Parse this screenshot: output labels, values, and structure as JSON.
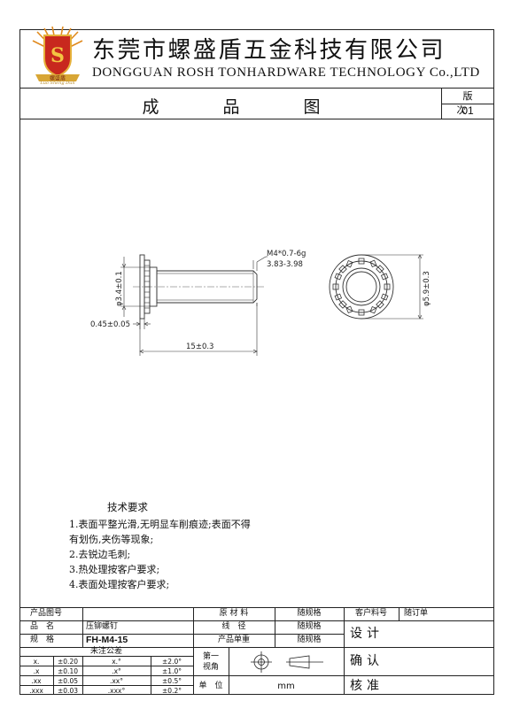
{
  "header": {
    "logo_caption": "Luo Sheng Dun",
    "company_cn": "东莞市螺盛盾五金科技有限公司",
    "company_en": "DONGGUAN ROSH TONHARDWARE TECHNOLOGY Co.,LTD",
    "title": "成品图",
    "version_label": "版次",
    "version_value": "01"
  },
  "drawing": {
    "thread_spec": "M4*0.7-6g",
    "thread_range": "3.83-3.98",
    "shank_dia": "φ3.4±0.1",
    "flange_thk": "0.45±0.05",
    "length": "15±0.3",
    "head_dia": "φ5.9±0.3"
  },
  "requirements": {
    "title": "技术要求",
    "items": [
      "1.表面平整光滑,无明显车削痕迹;表面不得",
      "有划伤,夹伤等现象;",
      "2.去锐边毛刺;",
      "3.热处理按客户要求;",
      "4.表面处理按客户要求;"
    ]
  },
  "title_block": {
    "product_no_label": "产品图号",
    "product_no_value": "",
    "product_name_label": "品　名",
    "product_name_value": "压铆螺钉",
    "spec_label": "规　格",
    "spec_value": "FH-M4-15",
    "material_label": "原 材 料",
    "material_value": "随规格",
    "wire_dia_label": "线　径",
    "wire_dia_value": "随规格",
    "unit_weight_label": "产品单重",
    "unit_weight_value": "随规格",
    "customer_no_label": "客户料号",
    "customer_no_value": "随订单",
    "design_label": "设计",
    "confirm_label": "确认",
    "approve_label": "核准",
    "tolerance_title": "未注公差",
    "tolerances": [
      {
        "fmt": "x.",
        "val": "±0.20",
        "afmt": "x.°",
        "aval": "±2.0°"
      },
      {
        "fmt": ".x",
        "val": "±0.10",
        "afmt": ".x°",
        "aval": "±1.0°"
      },
      {
        "fmt": ".xx",
        "val": "±0.05",
        "afmt": ".xx°",
        "aval": "±0.5°"
      },
      {
        "fmt": ".xxx",
        "val": "±0.03",
        "afmt": ".xxx°",
        "aval": "±0.2°"
      }
    ],
    "projection_label_1": "第一",
    "projection_label_2": "视角",
    "unit_label": "单　位",
    "unit_value": "mm"
  }
}
